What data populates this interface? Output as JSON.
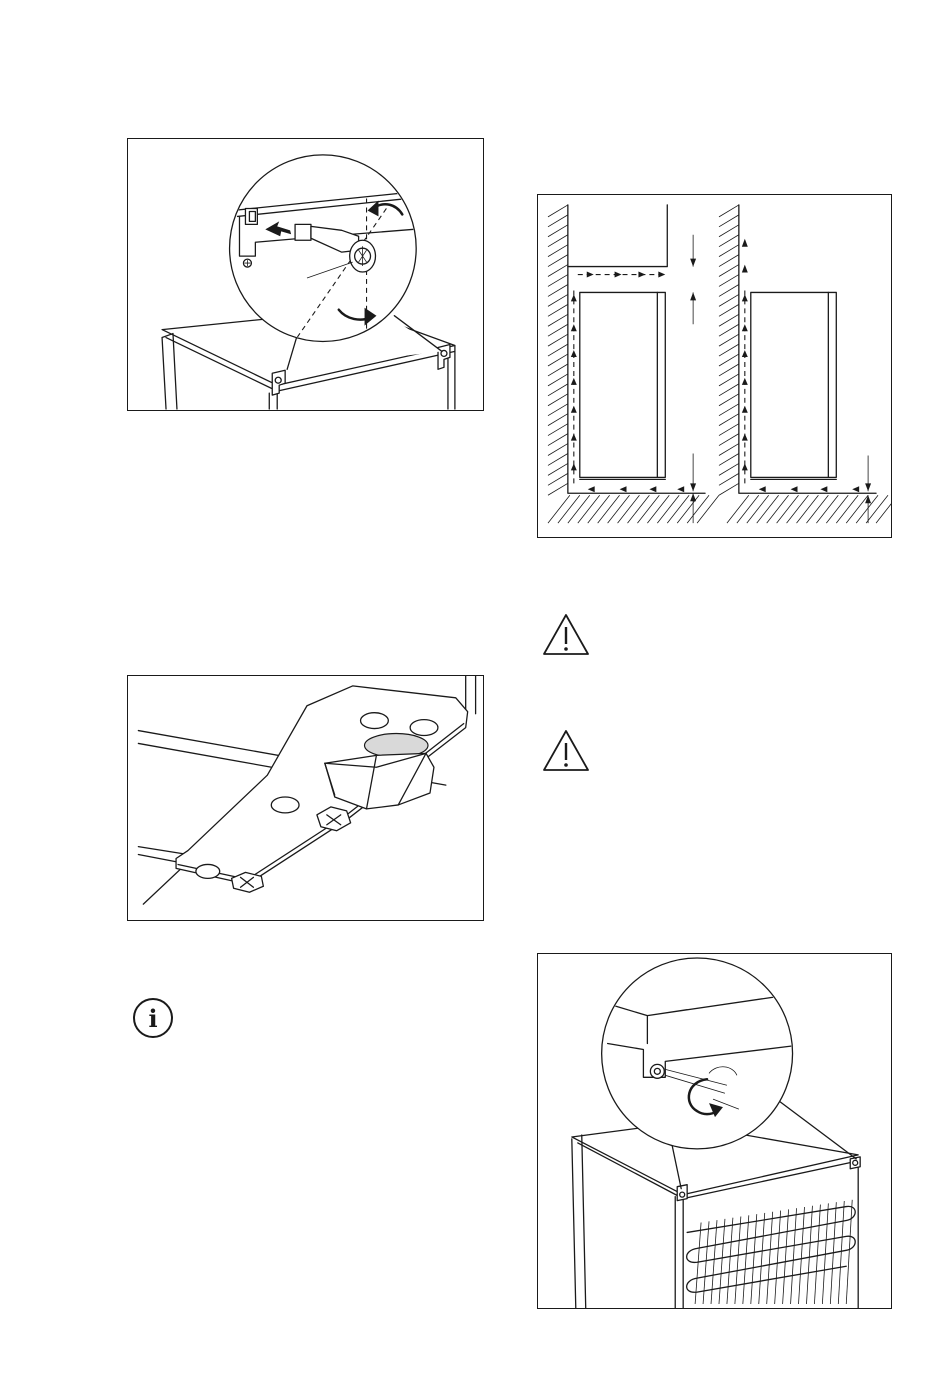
{
  "figures": [
    {
      "id": "rear-spacers",
      "icon": "spacer-installation-illustration"
    },
    {
      "id": "adjustable-feet",
      "icon": "adjustable-feet-illustration"
    },
    {
      "id": "ventilation-clearance",
      "icon": "ventilation-airflow-diagram"
    },
    {
      "id": "rear-screw",
      "icon": "rear-screw-screwdriver-illustration"
    }
  ],
  "symbols": {
    "warning_icon": "warning-triangle",
    "info_icon": "information-i",
    "info_glyph": "i"
  },
  "colors": {
    "line": "#1a1a1a",
    "background": "#ffffff"
  }
}
